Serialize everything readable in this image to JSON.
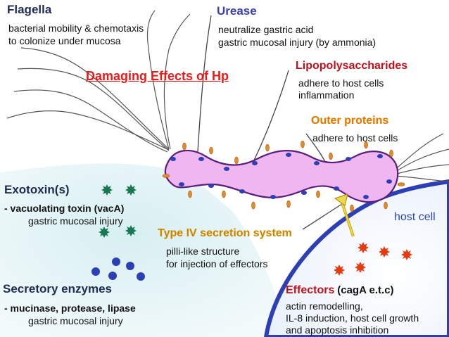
{
  "title": "Damaging Effects of Hp",
  "flagella": {
    "heading": "Flagella",
    "lines": [
      "bacterial mobility & chemotaxis",
      "to colonize under mucosa"
    ]
  },
  "urease": {
    "heading": "Urease",
    "lines": [
      "neutralize gastric acid",
      "gastric mucosal injury (by ammonia)"
    ]
  },
  "lps": {
    "heading": "Lipopolysaccharides",
    "lines": [
      "adhere to host cells",
      "inflammation"
    ]
  },
  "outer_proteins": {
    "heading": "Outer proteins",
    "lines": [
      "adhere to host cells"
    ]
  },
  "exotoxin": {
    "heading": "Exotoxin(s)",
    "item": "- vacuolating toxin (vacA)",
    "effect": "gastric mucosal injury"
  },
  "type4": {
    "heading": "Type IV secretion system",
    "lines": [
      "pilli-like structure",
      "for injection of effectors"
    ]
  },
  "host_cell": "host cell",
  "secretory": {
    "heading": "Secretory enzymes",
    "item": "- mucinase, protease, lipase",
    "effect": "gastric mucosal injury"
  },
  "effectors": {
    "heading": "Effectors",
    "suffix": "(cagA e.t.c)",
    "lines": [
      "actin remodelling,",
      "IL-8 induction, host cell growth",
      "and apoptosis inhibition"
    ]
  },
  "colors": {
    "bacterium_fill": "#efb6f0",
    "bacterium_stroke": "#5a1f7a",
    "dot_blue": "#2d3fb5",
    "star_green": "#167a50",
    "spot_red": "#e63b10",
    "host_fill": "#f0f6ff",
    "host_stroke": "#2d3fb5",
    "mucus_fill": "#e0f2f4"
  }
}
